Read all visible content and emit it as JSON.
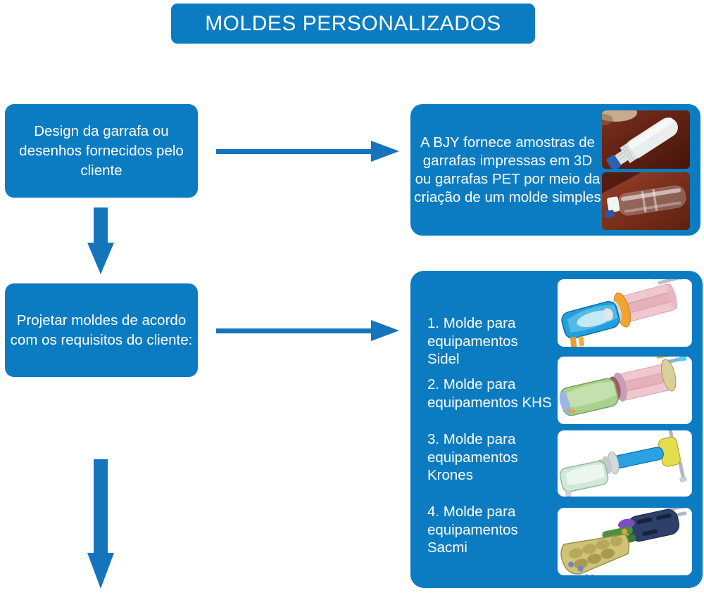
{
  "title": "MOLDES PERSONALIZADOS",
  "colors": {
    "box_blue": "#0c7cc2",
    "arrow_blue": "#1474bc",
    "text_white": "#ffffff",
    "card_bg": "#ffffff"
  },
  "flow": {
    "step1": {
      "label_lines": [
        "Design da garrafa ou",
        "desenhos fornecidos pelo",
        "cliente"
      ],
      "result_lines": [
        "A BJY fornece amostras de",
        "garrafas impressas em 3D",
        "ou garrafas PET por meio da",
        "criação de um molde simples"
      ],
      "photos": [
        "printed-bottle-sample-photo",
        "pet-bottle-sample-photo"
      ]
    },
    "step2": {
      "label_lines": [
        "Projetar moldes de acordo",
        "com os requisitos do cliente:"
      ],
      "mold_items": [
        {
          "lines": [
            "1. Molde para",
            "equipamentos Sidel"
          ],
          "image": "sidel-mold-render"
        },
        {
          "lines": [
            "2. Molde para",
            "equipamentos KHS"
          ],
          "image": "khs-mold-render"
        },
        {
          "lines": [
            "3. Molde para",
            "equipamentos",
            "Krones"
          ],
          "image": "krones-mold-render"
        },
        {
          "lines": [
            "4. Molde para",
            "equipamentos",
            "Sacmi"
          ],
          "image": "sacmi-mold-render"
        }
      ]
    }
  }
}
